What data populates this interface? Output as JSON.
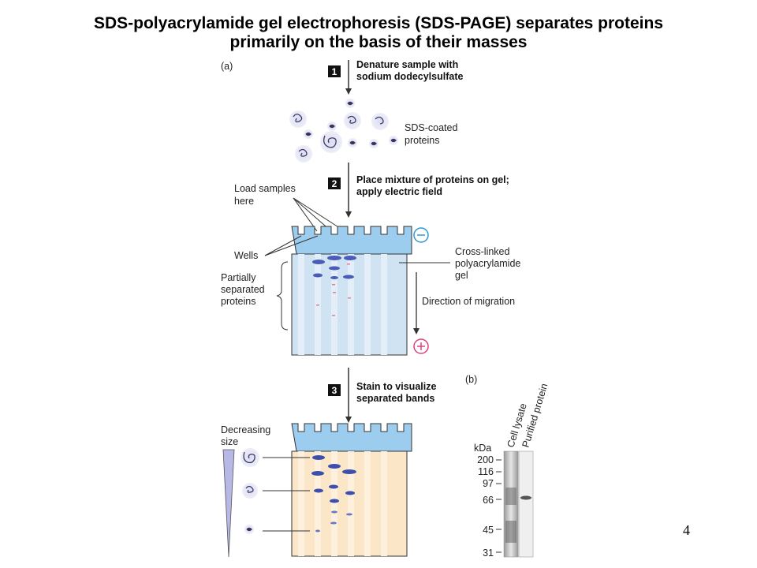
{
  "title": {
    "line1": "SDS-polyacrylamide gel electrophoresis (SDS-PAGE) separates proteins",
    "line2": "primarily on the basis of their masses"
  },
  "panel_a": {
    "label": "(a)",
    "step1": {
      "number": "1",
      "line1": "Denature sample with",
      "line2": "sodium dodecylsulfate"
    },
    "coated": {
      "line1": "SDS-coated",
      "line2": "proteins"
    },
    "step2": {
      "number": "2",
      "line1": "Place mixture of proteins on gel;",
      "line2": "apply electric field"
    },
    "load": {
      "line1": "Load samples",
      "line2": "here"
    },
    "wells": "Wells",
    "partial": {
      "line1": "Partially",
      "line2": "separated",
      "line3": "proteins"
    },
    "gel": {
      "line1": "Cross-linked",
      "line2": "polyacrylamide",
      "line3": "gel"
    },
    "migration": "Direction of migration",
    "step3": {
      "number": "3",
      "line1": "Stain to visualize",
      "line2": "separated bands"
    },
    "decreasing": {
      "line1": "Decreasing",
      "line2": "size"
    }
  },
  "panel_b": {
    "label": "(b)",
    "lane1": "Cell lysate",
    "lane2": "Purified protein",
    "unit": "kDa",
    "markers": [
      "200",
      "116",
      "97",
      "66",
      "45",
      "31"
    ]
  },
  "colors": {
    "gel_blue": "#cfe3f3",
    "gel_orange": "#fbe6c8",
    "band": "#3c4fae",
    "electrode_minus": "#2b9bd3",
    "electrode_plus": "#e0407a"
  },
  "page_number": "4"
}
